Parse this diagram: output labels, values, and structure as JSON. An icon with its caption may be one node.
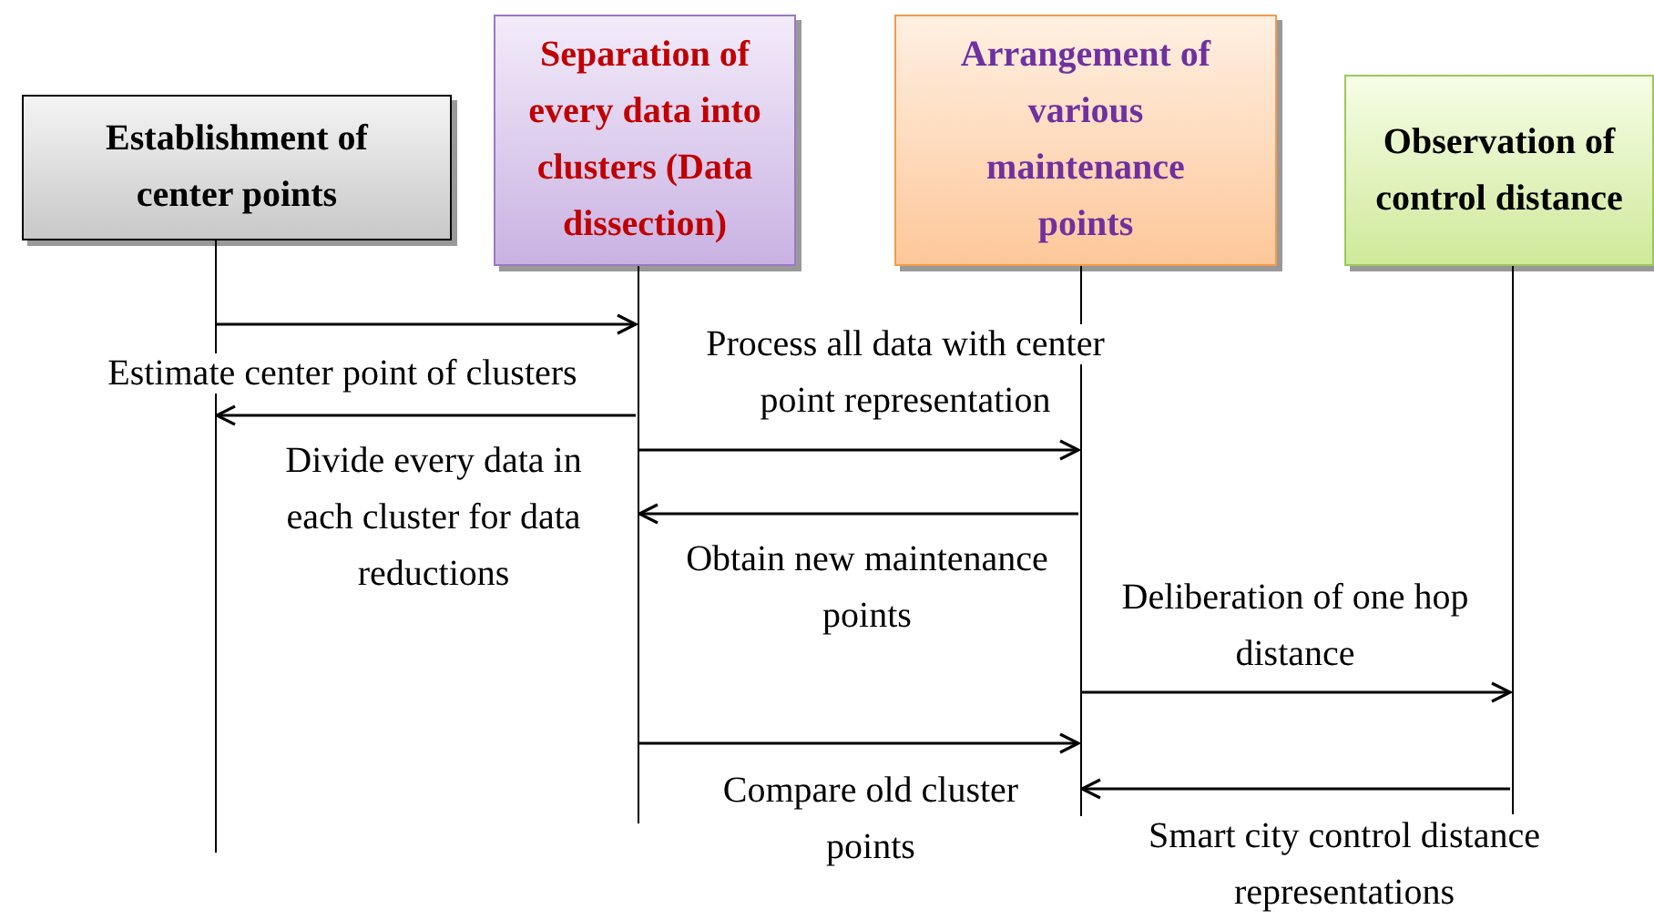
{
  "diagram": {
    "nodes": [
      {
        "text": [
          "Establishment of center points"
        ]
      },
      {
        "text": [
          "Separation of every data into clusters (Data dissection)"
        ]
      },
      {
        "text": [
          "Arrangement of various maintenance points"
        ]
      },
      {
        "text": [
          "Observation of control distance"
        ]
      }
    ],
    "edges": [
      {
        "from": 0,
        "to": 1,
        "arrow": "to",
        "label": "Estimate center point of clusters"
      },
      {
        "from": 1,
        "to": 0,
        "arrow": "to",
        "label": "Divide every data in each cluster for data reductions"
      },
      {
        "from": 1,
        "to": 2,
        "arrow": "to",
        "label": "Process all data with center point representation"
      },
      {
        "from": 2,
        "to": 1,
        "arrow": "to",
        "label": "Obtain new maintenance points"
      },
      {
        "from": 2,
        "to": 3,
        "arrow": "to",
        "label": "Deliberation of one hop distance"
      },
      {
        "from": 1,
        "to": 2,
        "arrow": "to",
        "label": "Compare old cluster points"
      },
      {
        "from": 3,
        "to": 2,
        "arrow": "to",
        "label": "Smart city control distance representations"
      }
    ]
  }
}
